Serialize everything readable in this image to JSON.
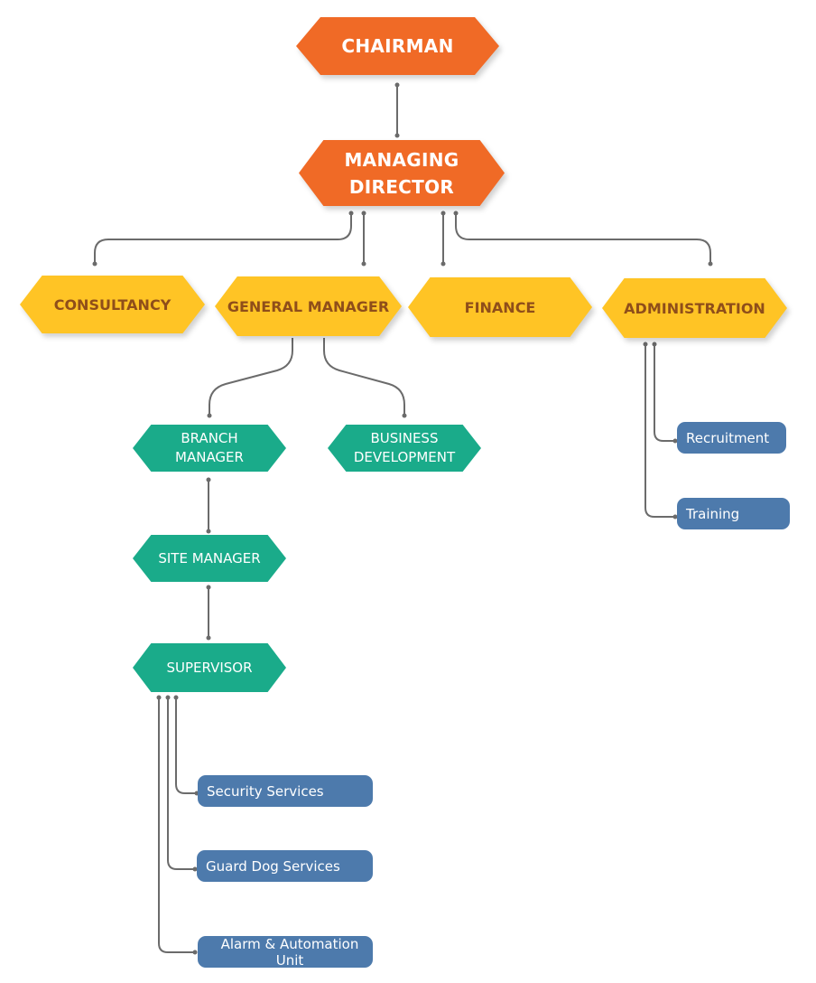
{
  "org": {
    "chairman": "CHAIRMAN",
    "managing_director_line1": "MANAGING",
    "managing_director_line2": "DIRECTOR",
    "consultancy": "CONSULTANCY",
    "general_manager": "GENERAL MANAGER",
    "finance": "FINANCE",
    "administration": "ADMINISTRATION",
    "branch_manager_line1": "BRANCH",
    "branch_manager_line2": "MANAGER",
    "business_development_line1": "BUSINESS",
    "business_development_line2": "DEVELOPMENT",
    "site_manager": "SITE MANAGER",
    "supervisor": "SUPERVISOR",
    "recruitment": "Recruitment",
    "training": "Training",
    "security_services": "Security Services",
    "guard_dog_services": "Guard Dog Services",
    "alarm_automation": "Alarm & Automation Unit"
  },
  "colors": {
    "level1": "#f06a26",
    "level2": "#ffc425",
    "level3": "#1aab8a",
    "level4": "#4d7aac",
    "connector": "#6b6b6b"
  }
}
